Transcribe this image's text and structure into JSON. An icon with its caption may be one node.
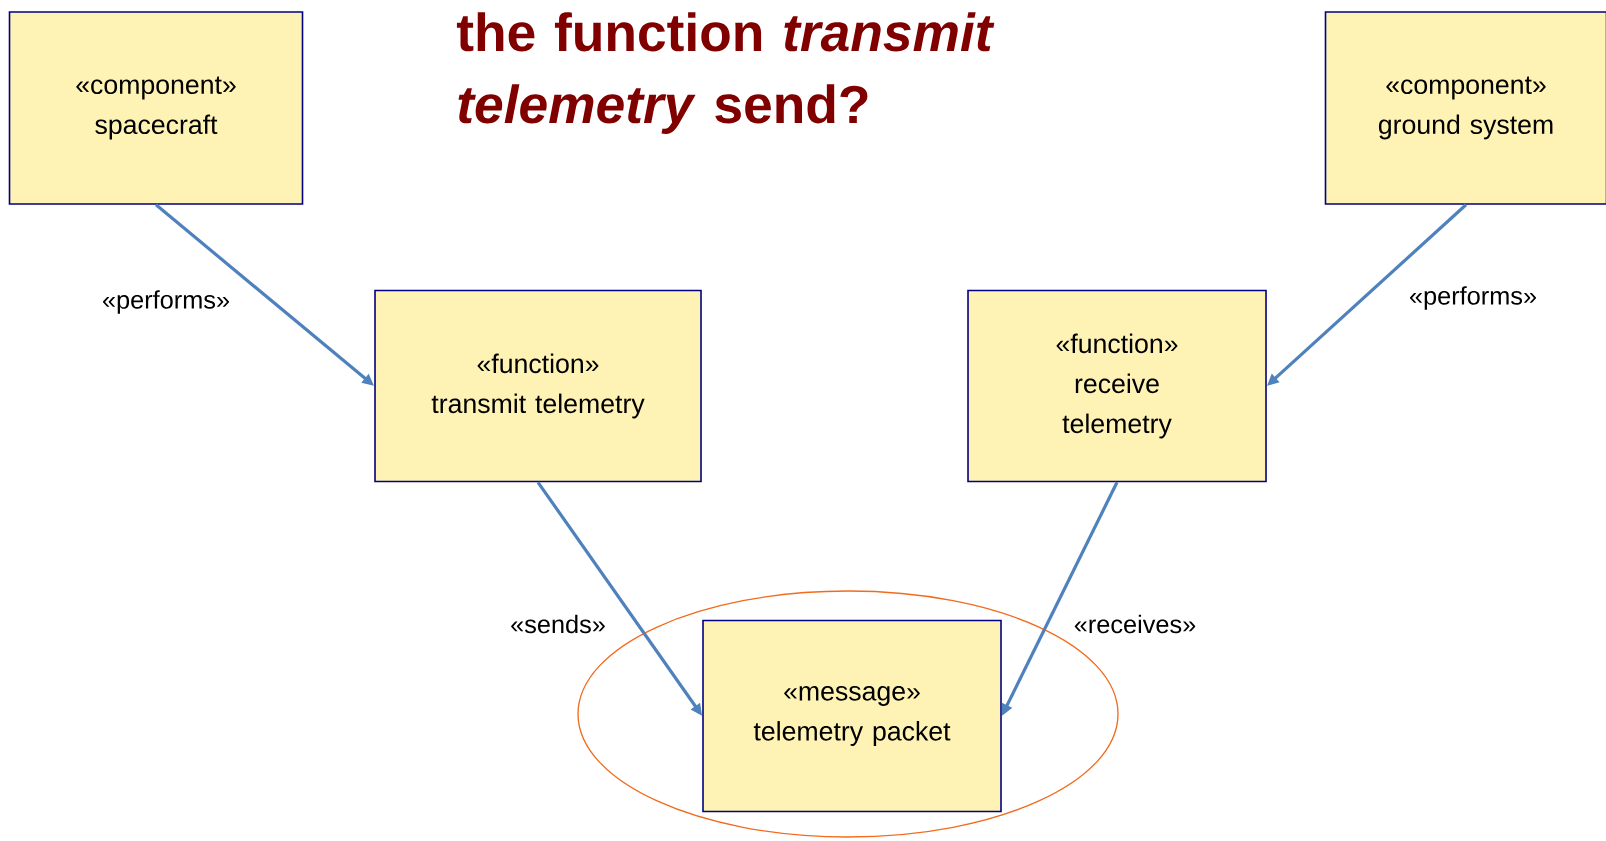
{
  "diagram": {
    "title": "the function *transmit telemetry* send?",
    "nodes": [
      {
        "text": [
          "«component»",
          "spacecraft"
        ]
      },
      {
        "text": [
          "«component»",
          "ground system"
        ]
      },
      {
        "text": [
          "«function»",
          "transmit telemetry"
        ]
      },
      {
        "text": [
          "«function»",
          "receive telemetry"
        ]
      },
      {
        "text": [],
        "shape": "ellipse"
      },
      {
        "text": [
          "«message»",
          "telemetry packet"
        ],
        "in": 4
      }
    ],
    "edges": [
      {
        "from": 0,
        "to": 2,
        "arrow": "to",
        "label": "«performs»"
      },
      {
        "from": 1,
        "to": 3,
        "arrow": "to",
        "label": "«performs»"
      },
      {
        "from": 2,
        "to": 5,
        "arrow": "to",
        "label": "«sends»"
      },
      {
        "from": 3,
        "to": 5,
        "arrow": "to",
        "label": "«receives»"
      }
    ]
  }
}
